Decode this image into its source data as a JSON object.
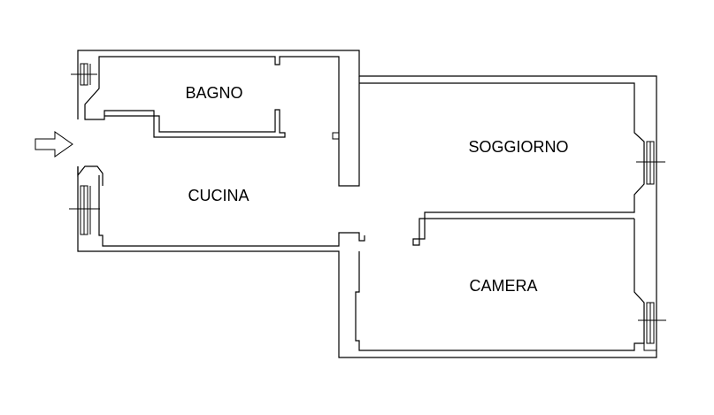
{
  "rooms": {
    "bagno": "BAGNO",
    "cucina": "CUCINA",
    "soggiorno": "SOGGIORNO",
    "camera": "CAMERA"
  },
  "colors": {
    "ink": "#000000",
    "background": "#ffffff"
  },
  "icons": {
    "entrance": "arrow-right-outline-icon"
  }
}
